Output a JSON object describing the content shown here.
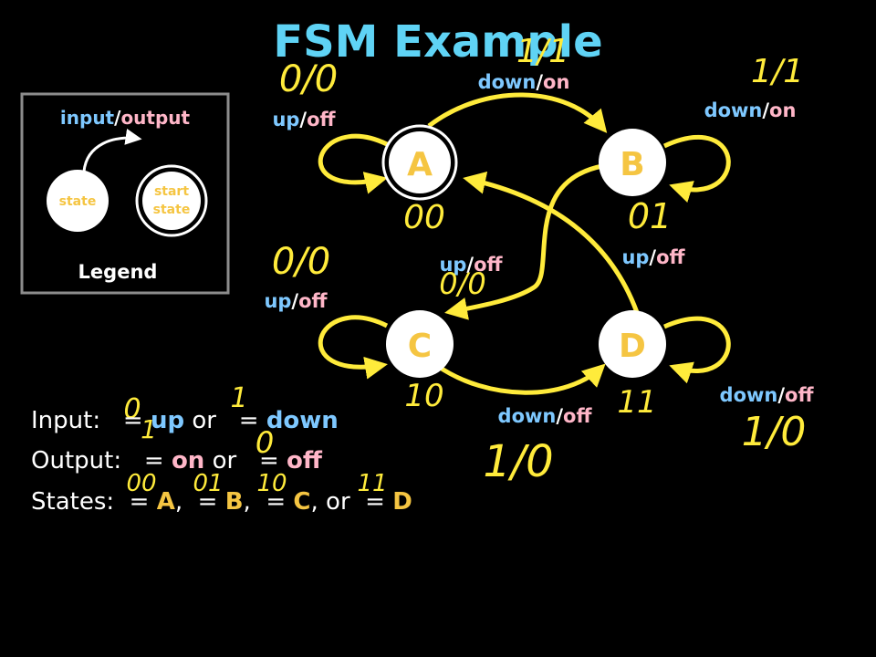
{
  "title": "FSM Example",
  "colors": {
    "title": "#5fd3f5",
    "input": "#7ec8ff",
    "output": "#ffb6c8",
    "state_fill": "#ffffff",
    "state_text": "#f5c542",
    "arrow": "#ffeb3b",
    "handwriting": "#ffeb3b"
  },
  "legend": {
    "heading_input": "input",
    "heading_slash": "/",
    "heading_output": "output",
    "state_label": "state",
    "start_label_1": "start",
    "start_label_2": "state",
    "caption": "Legend"
  },
  "states": {
    "a": "A",
    "b": "B",
    "c": "C",
    "d": "D"
  },
  "transitions": {
    "a_self": {
      "input": "up",
      "output": "off"
    },
    "a_b": {
      "input": "down",
      "output": "on"
    },
    "b_self": {
      "input": "down",
      "output": "on"
    },
    "b_c": {
      "input": "up",
      "output": "off"
    },
    "d_a": {
      "input": "up",
      "output": "off"
    },
    "c_self": {
      "input": "up",
      "output": "off"
    },
    "c_d": {
      "input": "down",
      "output": "off"
    },
    "d_self": {
      "input": "down",
      "output": "off"
    }
  },
  "slash": "/",
  "handwriting": {
    "a_self_code": "0/0",
    "a_b_code": "1/1",
    "b_self_code": "1/1",
    "a_state": "00",
    "b_state": "01",
    "b_c_code": "0/0",
    "c_self_code": "0/0",
    "c_state": "10",
    "d_state": "11",
    "c_d_code": "1/0",
    "d_self_code": "1/0",
    "in_up": "0",
    "in_down": "1",
    "out_on": "1",
    "out_off": "0",
    "st_a": "00",
    "st_b": "01",
    "st_c": "10",
    "st_d": "11"
  },
  "body": {
    "input_label": "Input:",
    "eq": "=",
    "or": "or",
    "up": "up",
    "down": "down",
    "output_label": "Output:",
    "on": "on",
    "off": "off",
    "states_label": "States:",
    "comma": ",",
    "A": "A",
    "B": "B",
    "C": "C",
    "D": "D"
  }
}
